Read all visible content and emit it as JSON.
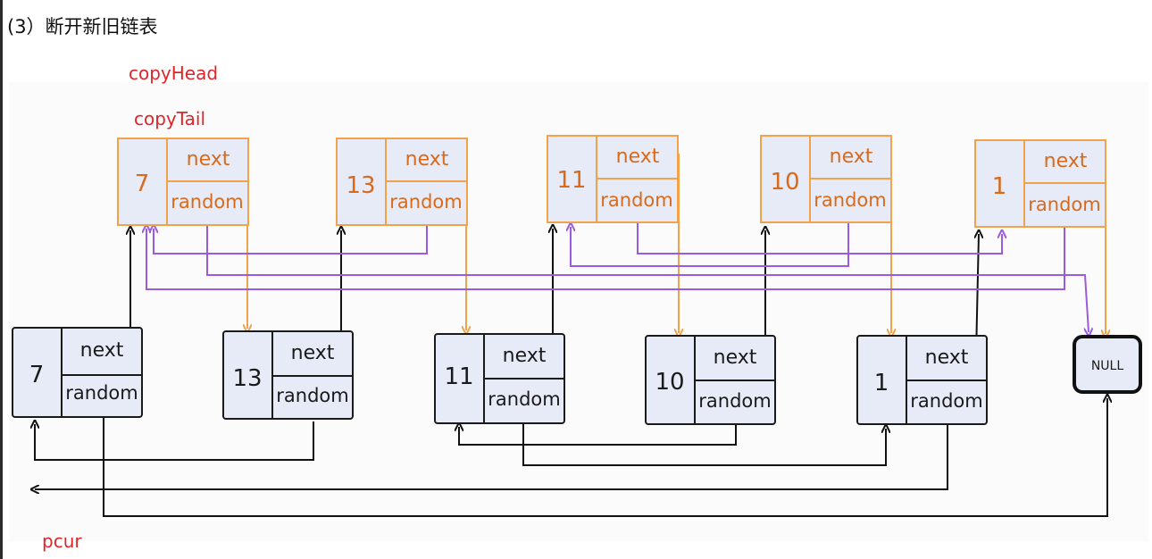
{
  "heading": "(3）断开新旧链表",
  "labels": {
    "copy_head": "copyHead",
    "copy_tail": "copyTail",
    "pcur": "pcur"
  },
  "field_labels": {
    "next": "next",
    "random": "random"
  },
  "copy_nodes": [
    {
      "value": "7"
    },
    {
      "value": "13"
    },
    {
      "value": "11"
    },
    {
      "value": "10"
    },
    {
      "value": "1"
    }
  ],
  "original_nodes": [
    {
      "value": "7"
    },
    {
      "value": "13"
    },
    {
      "value": "11"
    },
    {
      "value": "10"
    },
    {
      "value": "1"
    }
  ],
  "null_node": {
    "label": "NULL"
  },
  "colors": {
    "copy_border": "#f0a34a",
    "copy_fill": "#e6ebf7",
    "copy_text": "#d96a1c",
    "orig_border": "#1a1a1a",
    "orig_fill": "#e6ebf7",
    "random_copy_arrow": "#9a5bdc",
    "next_copy_arrow": "#f0a34a",
    "original_arrow": "#111111",
    "pointer_label": "#e0242a"
  }
}
